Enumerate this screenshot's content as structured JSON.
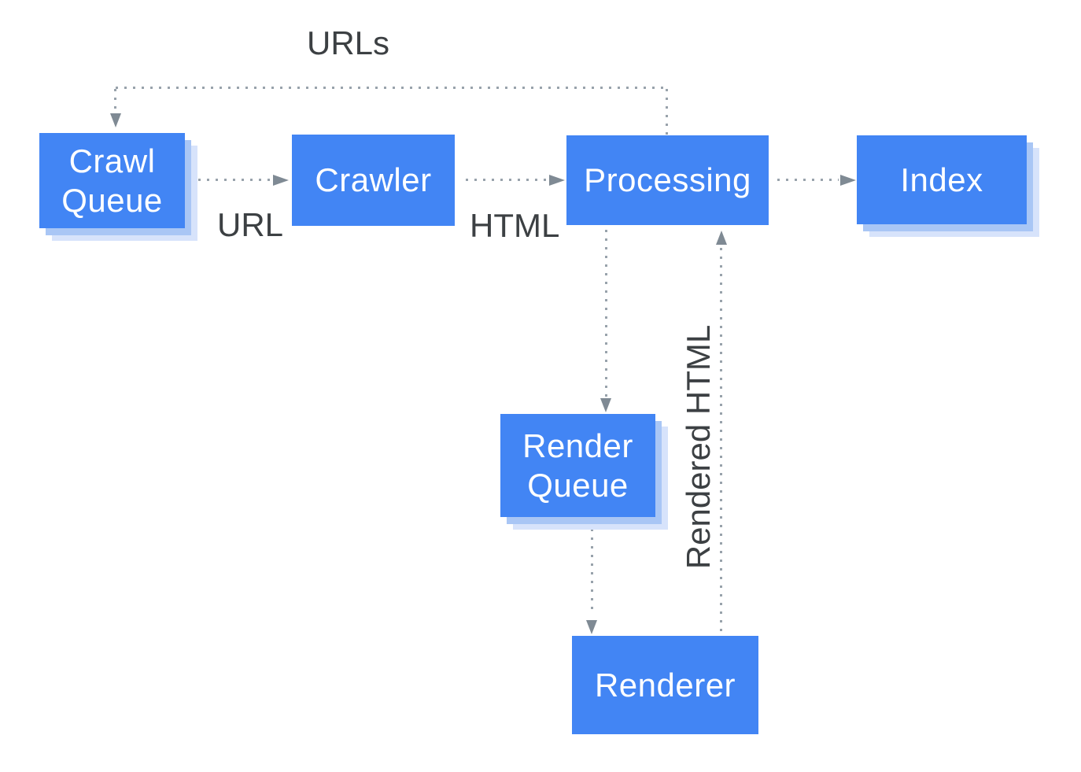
{
  "diagram": {
    "description": "Googlebot crawl-render-index pipeline flowchart",
    "nodes": [
      {
        "id": "crawl-queue",
        "label": "Crawl Queue"
      },
      {
        "id": "crawler",
        "label": "Crawler"
      },
      {
        "id": "processing",
        "label": "Processing"
      },
      {
        "id": "index",
        "label": "Index"
      },
      {
        "id": "render-queue",
        "label": "Render Queue"
      },
      {
        "id": "renderer",
        "label": "Renderer"
      }
    ],
    "edges": [
      {
        "from": "processing",
        "to": "crawl-queue",
        "label": "URLs"
      },
      {
        "from": "crawl-queue",
        "to": "crawler",
        "label": "URL"
      },
      {
        "from": "crawler",
        "to": "processing",
        "label": "HTML"
      },
      {
        "from": "processing",
        "to": "index",
        "label": ""
      },
      {
        "from": "processing",
        "to": "render-queue",
        "label": ""
      },
      {
        "from": "render-queue",
        "to": "renderer",
        "label": ""
      },
      {
        "from": "renderer",
        "to": "processing",
        "label": "Rendered HTML"
      }
    ]
  },
  "colors": {
    "node_fill": "#4285F4",
    "node_text": "#FFFFFF",
    "shadow_inner": "#A9C6F5",
    "shadow_outer": "#D7E3FB",
    "label_text": "#3C4043",
    "connector_dot": "#98A2AB",
    "arrow": "#7F8A94",
    "canvas_bg": "#FFFFFF"
  }
}
